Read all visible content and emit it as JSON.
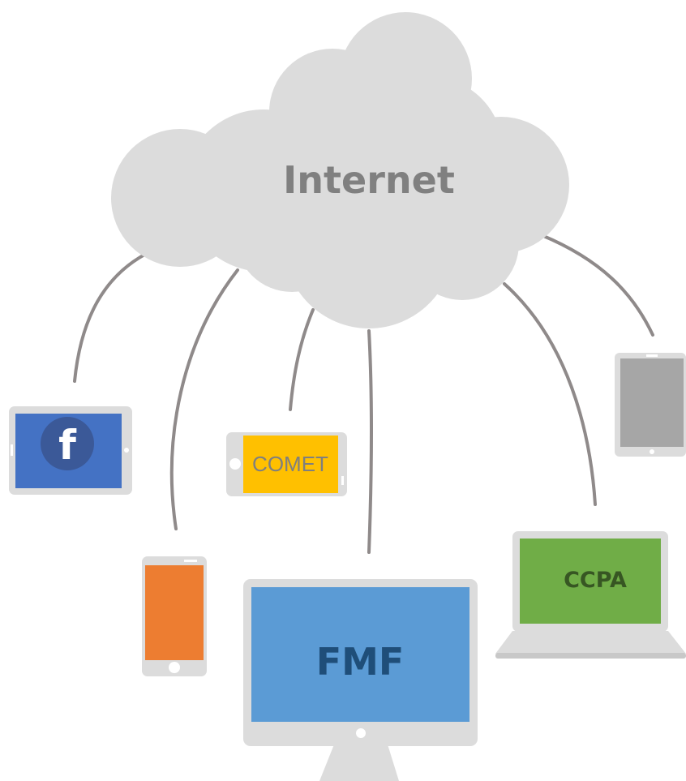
{
  "cloud": {
    "label": "Internet"
  },
  "devices": {
    "facebook_tablet": {
      "icon": "facebook-icon",
      "icon_letter": "f"
    },
    "comet_phone": {
      "label": "COMET"
    },
    "fmf_monitor": {
      "label": "FMF"
    },
    "ccpa_laptop": {
      "label": "CCPA"
    }
  },
  "colors": {
    "cloud": "#dcdcdc",
    "cloud_text": "#808080",
    "line": "#8f8a8a",
    "device_frame": "#dcdcdc",
    "facebook_screen": "#4472c4",
    "facebook_circle": "#3b5998",
    "orange_screen": "#ed7d31",
    "comet_screen": "#ffc000",
    "comet_text": "#7f7f7f",
    "fmf_screen": "#5b9bd5",
    "fmf_text": "#1f4e79",
    "ccpa_screen": "#70ad47",
    "ccpa_text": "#375623",
    "gray_screen": "#a6a6a6"
  }
}
